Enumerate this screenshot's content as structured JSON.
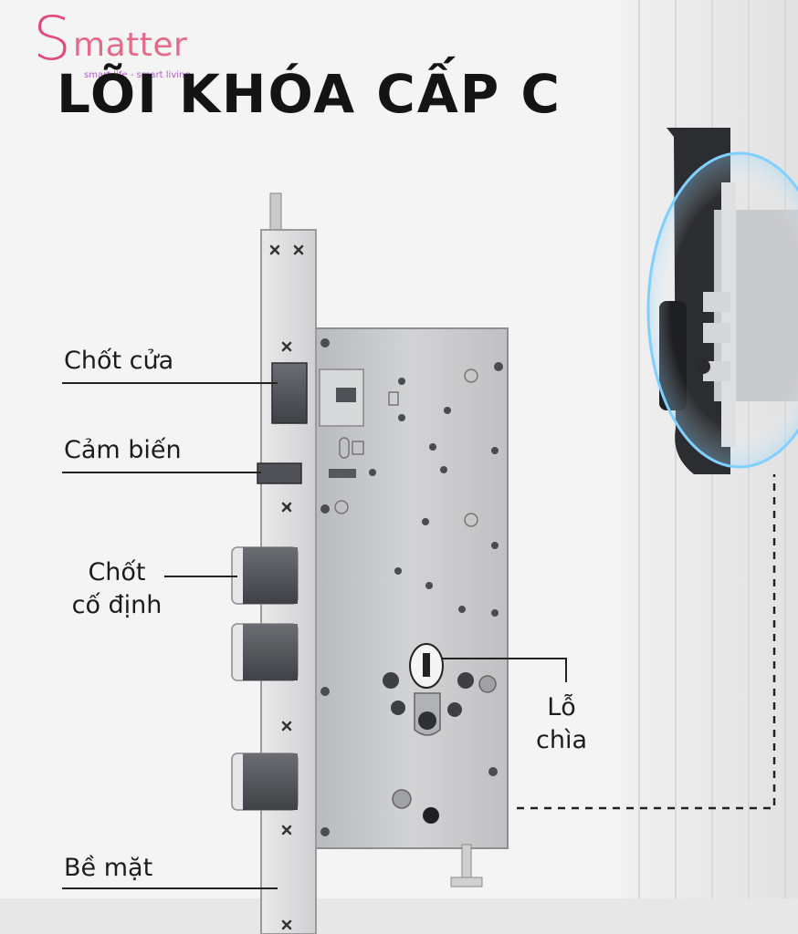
{
  "brand": {
    "logo_letter": "S",
    "logo_word": "matter",
    "tagline": "smart life - smart living",
    "colors": {
      "pink": "#e2497c",
      "purple": "#b25bd0",
      "yellow": "#f2c230",
      "blue": "#3aa0e6"
    }
  },
  "title": "LÕI KHÓA CẤP C",
  "labels": {
    "latch": "Chốt cửa",
    "sensor": "Cảm biến",
    "deadbolt_line1": "Chốt",
    "deadbolt_line2": "cố định",
    "keyhole_line1": "Lỗ",
    "keyhole_line2": "chìa",
    "faceplate": "Bề mặt"
  },
  "colors": {
    "text": "#1c1c1c",
    "steel_light": "#c9cacc",
    "steel_dark": "#55575c",
    "glow": "#6ec6ff",
    "leader": "#222222"
  }
}
